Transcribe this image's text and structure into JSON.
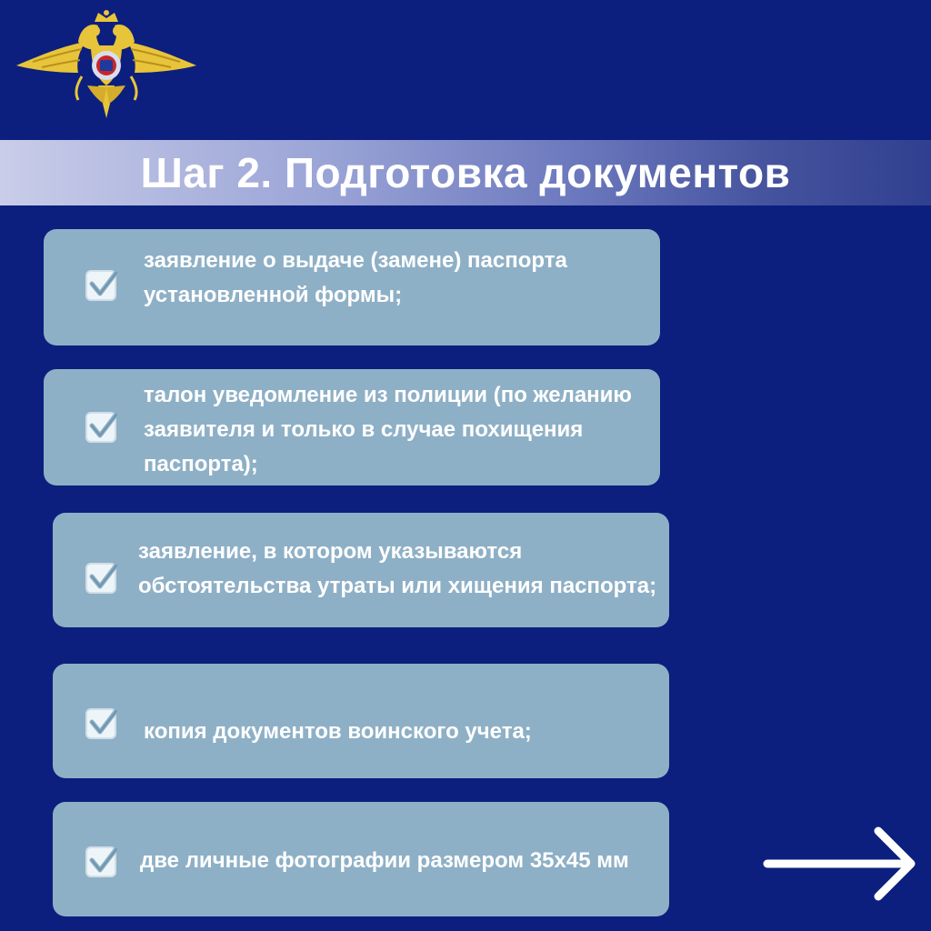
{
  "header": {
    "emblem_icon": "double-headed-eagle-emblem",
    "title": "Шаг 2. Подготовка документов"
  },
  "documents": [
    {
      "text": "заявление о выдаче (замене) паспорта установленной формы;"
    },
    {
      "text": "талон уведомление из полиции (по желанию заявителя и только в случае похищения паспорта);"
    },
    {
      "text": "заявление, в котором указываются обстоятельства утраты или хищения паспорта;"
    },
    {
      "text": "копия документов воинского учета;"
    },
    {
      "text": "две личные фотографии размером 35x45 мм"
    }
  ],
  "navigation": {
    "next_icon": "arrow-right-icon"
  },
  "colors": {
    "background": "#0c1f7e",
    "card": "#8eb0c6",
    "text": "#ffffff",
    "emblem_gold": "#e8c43a"
  }
}
